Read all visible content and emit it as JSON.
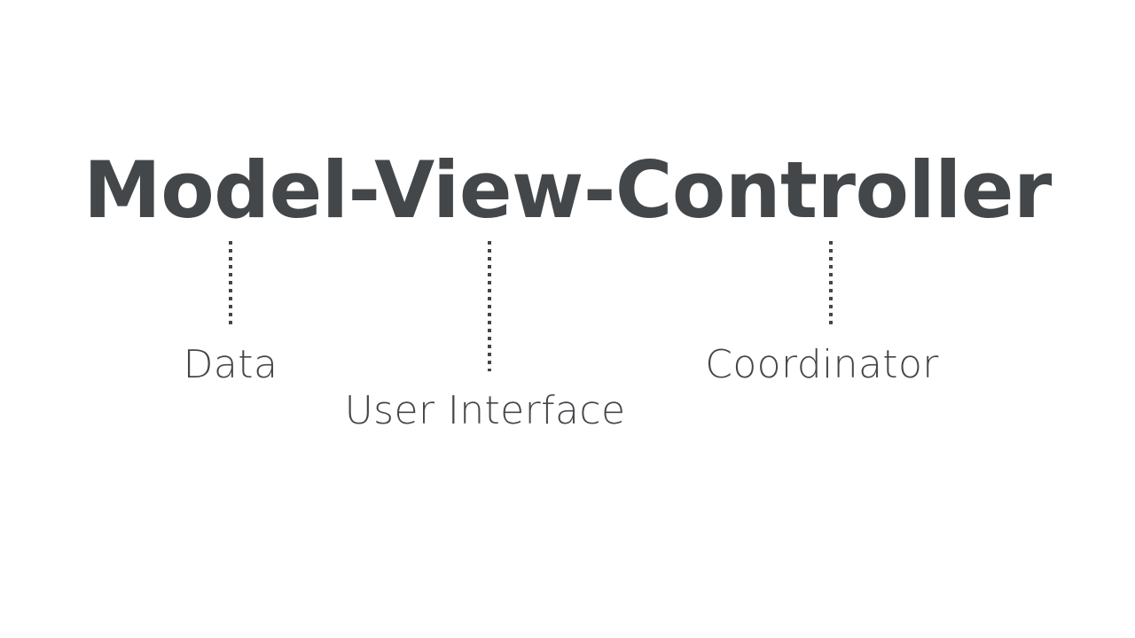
{
  "slide": {
    "background_color": "#ffffff",
    "text_color": "#44474a",
    "title": "Model-View-Controller"
  },
  "diagram": {
    "type": "annotated-term-breakdown",
    "connector_style": "dotted",
    "connector_color": "#44474a",
    "parts": [
      {
        "term": "Model",
        "label": "Data",
        "connector_name": "connector-data"
      },
      {
        "term": "View",
        "label": "User Interface",
        "connector_name": "connector-ui"
      },
      {
        "term": "Controller",
        "label": "Coordinator",
        "connector_name": "connector-coordinator"
      }
    ]
  }
}
